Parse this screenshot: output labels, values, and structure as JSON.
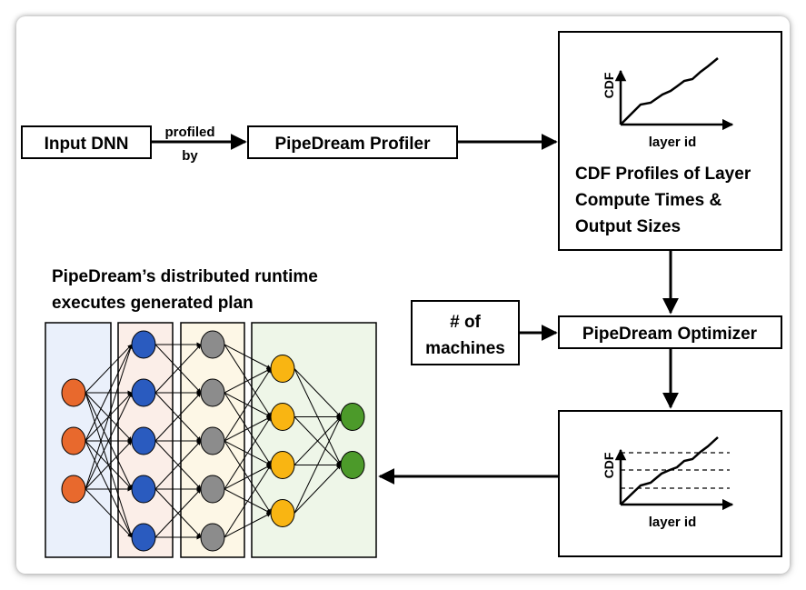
{
  "input_box": {
    "label": "Input DNN"
  },
  "edge_profiled": {
    "line1": "profiled",
    "line2": "by"
  },
  "profiler_box": {
    "label": "PipeDream Profiler"
  },
  "cdf_profile_box": {
    "y_label": "CDF",
    "x_label": "layer id",
    "caption": [
      "CDF Profiles of Layer",
      "Compute Times &",
      "Output Sizes"
    ]
  },
  "machines_box": {
    "line1": "# of",
    "line2": "machines"
  },
  "optimizer_box": {
    "label": "PipeDream Optimizer"
  },
  "plan_box": {
    "y_label": "CDF",
    "x_label": "layer id"
  },
  "runtime": {
    "caption": [
      "PipeDream’s distributed runtime",
      "executes generated plan"
    ]
  },
  "stages": [
    {
      "fill": "#eaf0fb",
      "nodes": 3,
      "node_color": "#e8692d"
    },
    {
      "fill": "#fbeee8",
      "nodes": 5,
      "node_color": "#2a5bbf"
    },
    {
      "fill": "#fdf7e6",
      "nodes": 5,
      "node_color": "#8c8c8c"
    },
    {
      "fill": "#eef6e8",
      "nodes": 4,
      "node_color": "#f9b512"
    },
    {
      "fill": "#eef6e8",
      "nodes": 2,
      "node_color": "#4c9a2a"
    }
  ],
  "colors": {
    "stroke": "#000000",
    "shadow": "#000000"
  }
}
